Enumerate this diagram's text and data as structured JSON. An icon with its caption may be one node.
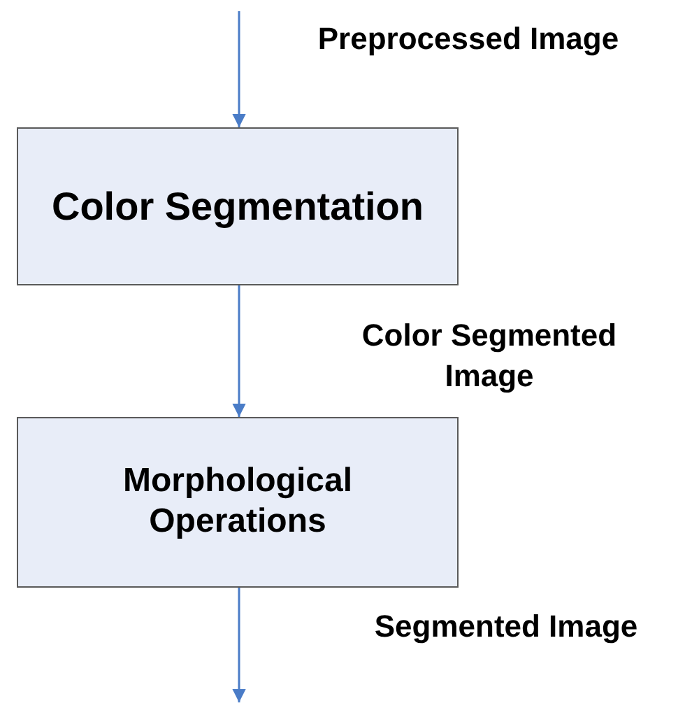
{
  "diagram": {
    "nodes": [
      {
        "text": [
          "Color Segmentation"
        ]
      },
      {
        "text": [
          "Morphological Operations"
        ]
      }
    ],
    "edges": [
      {
        "from": null,
        "to": 0,
        "arrow": "to",
        "label": "Preprocessed Image"
      },
      {
        "from": 0,
        "to": 1,
        "arrow": "to",
        "label": "Color Segmented Image"
      },
      {
        "from": 1,
        "to": null,
        "arrow": "to",
        "label": "Segmented Image"
      }
    ]
  }
}
